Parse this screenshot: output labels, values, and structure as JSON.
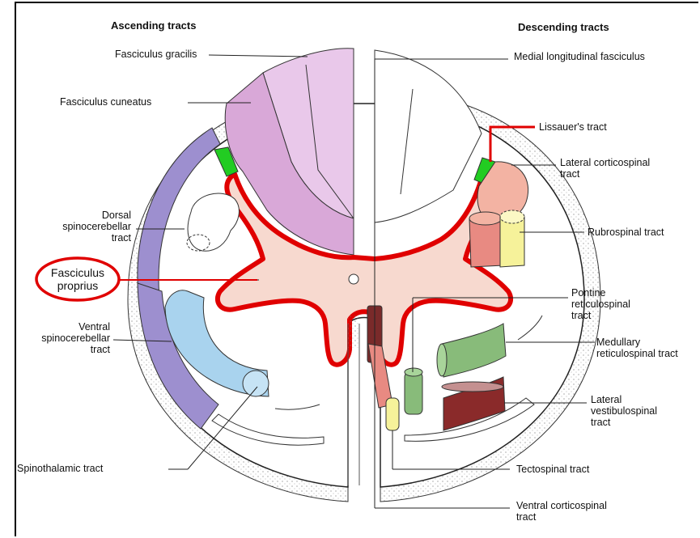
{
  "headers": {
    "ascending": "Ascending tracts",
    "descending": "Descending tracts"
  },
  "ascending_labels": {
    "fasciculus_gracilis": "Fasciculus gracilis",
    "fasciculus_cuneatus": "Fasciculus cuneatus",
    "dorsal_spinocerebellar": [
      "Dorsal",
      "spinocerebellar",
      "tract"
    ],
    "fasciculus_proprius": [
      "Fasciculus",
      "proprius"
    ],
    "ventral_spinocerebellar": [
      "Ventral",
      "spinocerebellar",
      "tract"
    ],
    "spinothalamic": "Spinothalamic tract"
  },
  "descending_labels": {
    "medial_longitudinal": "Medial longitudinal fasciculus",
    "lissauer": "Lissauer's tract",
    "lateral_corticospinal": [
      "Lateral corticospinal",
      "tract"
    ],
    "rubrospinal": "Rubrospinal tract",
    "pontine_reticulospinal": [
      "Pontine",
      "reticulospinal",
      "tract"
    ],
    "medullary_reticulospinal": [
      "Medullary",
      "reticulospinal tract"
    ],
    "lateral_vestibulospinal": [
      "Lateral",
      "vestibulospinal",
      "tract"
    ],
    "tectospinal": "Tectospinal tract",
    "ventral_corticospinal": [
      "Ventral corticospinal",
      "tract"
    ]
  },
  "colors": {
    "highlight_red": "#e00000",
    "lissauer_green": "#22cc22",
    "gracilis_purple": "#e9c8ea",
    "cuneatus_purple": "#d9a8d8",
    "dorsal_spinocerebellar": "#9d8fcf",
    "ventral_spinocerebellar": "#a9d3ee",
    "grey_matter": "#f7d9cf",
    "lateral_corticospinal": "#f3b3a3",
    "rubrospinal": "#e88a82",
    "rubrospinal_yellow": "#f6f29a",
    "reticulospinal_green": "#88bb7a",
    "vestibulospinal": "#8a2a2a",
    "ventral_corticospinal": "#7a2a2a"
  }
}
